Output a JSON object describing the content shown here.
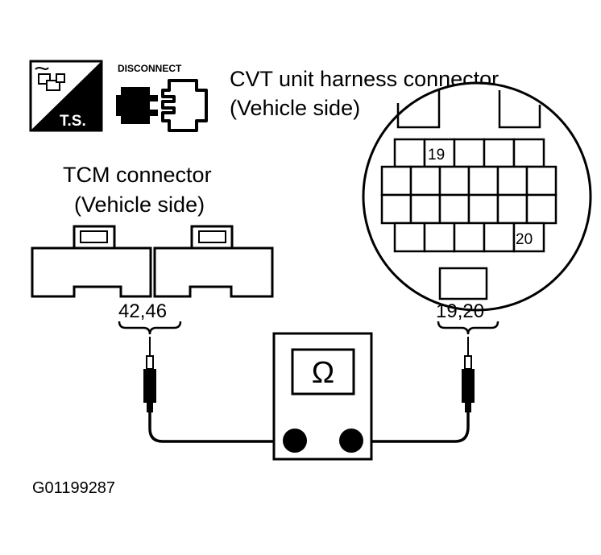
{
  "icons": {
    "ts_label": "T.S.",
    "disconnect_label": "DISCONNECT"
  },
  "cvt_connector": {
    "title_line1": "CVT unit harness connector",
    "title_line2": "(Vehicle side)",
    "pin_19": "19",
    "pin_20": "20",
    "terminals_label": "19,20"
  },
  "tcm_connector": {
    "title_line1": "TCM connector",
    "title_line2": "(Vehicle side)",
    "terminals_label": "42,46"
  },
  "meter": {
    "symbol": "Ω"
  },
  "figure_id": "G01199287"
}
